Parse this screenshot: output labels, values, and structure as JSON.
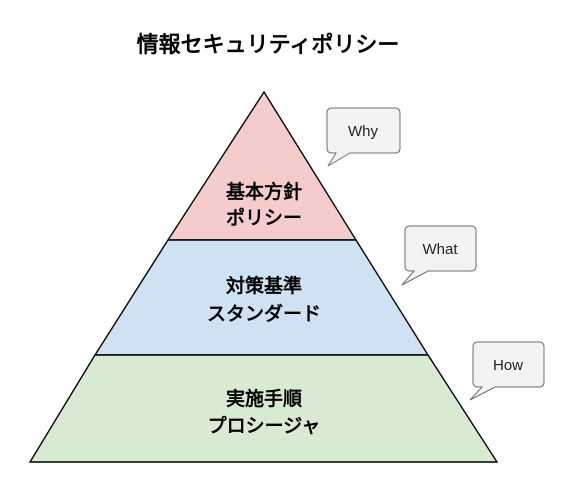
{
  "title": "情報セキュリティポリシー",
  "tiers": [
    {
      "line1": "基本方針",
      "line2": "ポリシー",
      "color": "#f4cccc",
      "callout": "Why"
    },
    {
      "line1": "対策基準",
      "line2": "スタンダード",
      "color": "#cfe2f3",
      "callout": "What"
    },
    {
      "line1": "実施手順",
      "line2": "プロシージャ",
      "color": "#d9ead3",
      "callout": "How"
    }
  ]
}
